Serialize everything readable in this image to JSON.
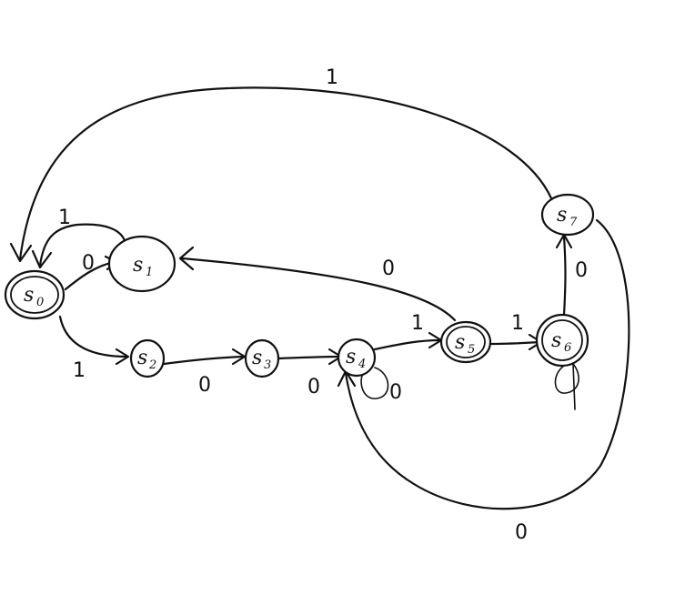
{
  "states": [
    {
      "id": "s0",
      "base": "s",
      "sub": "0"
    },
    {
      "id": "s1",
      "base": "s",
      "sub": "1"
    },
    {
      "id": "s2",
      "base": "s",
      "sub": "2"
    },
    {
      "id": "s3",
      "base": "s",
      "sub": "3"
    },
    {
      "id": "s4",
      "base": "s",
      "sub": "4"
    },
    {
      "id": "s5",
      "base": "s",
      "sub": "5"
    },
    {
      "id": "s6",
      "base": "s",
      "sub": "6"
    },
    {
      "id": "s7",
      "base": "s",
      "sub": "7"
    }
  ],
  "transitions": [
    {
      "from": "s7",
      "to": "s0",
      "label": "1"
    },
    {
      "from": "s1",
      "to": "s0",
      "label": "1"
    },
    {
      "from": "s0",
      "to": "s1",
      "label": "0"
    },
    {
      "from": "s5",
      "to": "s1",
      "label": "0"
    },
    {
      "from": "s0",
      "to": "s2",
      "label": "1"
    },
    {
      "from": "s2",
      "to": "s3",
      "label": "0"
    },
    {
      "from": "s3",
      "to": "s4",
      "label": "0"
    },
    {
      "from": "s4",
      "to": "s4",
      "label": "0"
    },
    {
      "from": "s4",
      "to": "s5",
      "label": "1"
    },
    {
      "from": "s5",
      "to": "s6",
      "label": "1"
    },
    {
      "from": "s6",
      "to": "s7",
      "label": "0"
    },
    {
      "from": "s7",
      "to": "s4",
      "label": "0"
    }
  ]
}
